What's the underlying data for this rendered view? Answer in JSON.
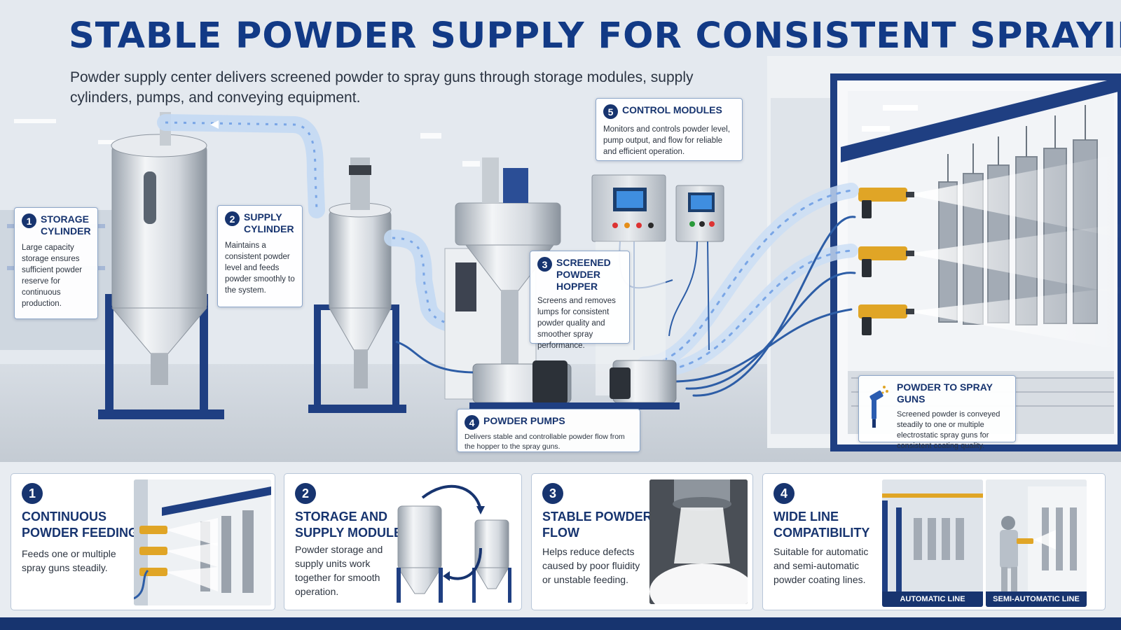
{
  "title": "STABLE POWDER SUPPLY FOR CONSISTENT SPRAYING",
  "subtitle": "Powder supply center delivers screened powder to spray guns through storage modules, supply cylinders, pumps, and conveying equipment.",
  "colors": {
    "brand_blue": "#17346f",
    "title_blue": "#123a86",
    "flow_blue": "#7aa6e6",
    "gun_yellow": "#e0a526"
  },
  "callouts": [
    {
      "number": "1",
      "title": "STORAGE CYLINDER",
      "text": "Large capacity storage ensures sufficient powder reserve for continuous production."
    },
    {
      "number": "2",
      "title": "SUPPLY CYLINDER",
      "text": "Maintains a consistent powder level and feeds powder smoothly to the system."
    },
    {
      "number": "3",
      "title": "SCREENED POWDER HOPPER",
      "text": "Screens and removes lumps for consistent powder quality and smoother spray performance."
    },
    {
      "number": "4",
      "title": "POWDER PUMPS",
      "text": "Delivers stable and controllable powder flow from the hopper to the spray guns."
    },
    {
      "number": "5",
      "title": "CONTROL MODULES",
      "text": "Monitors and controls powder level, pump output, and flow for reliable and efficient operation."
    },
    {
      "icon": "spray-gun-icon",
      "title": "POWDER TO SPRAY GUNS",
      "text": "Screened powder is conveyed steadily to one or multiple electrostatic spray guns for consistent coating quality."
    }
  ],
  "cards": [
    {
      "number": "1",
      "title": "CONTINUOUS POWDER FEEDING",
      "text": "Feeds one or multiple spray guns steadily."
    },
    {
      "number": "2",
      "title": "STORAGE AND SUPPLY MODULES",
      "text": "Powder storage and supply units work together for smooth operation."
    },
    {
      "number": "3",
      "title": "STABLE POWDER FLOW",
      "text": "Helps reduce defects caused by poor fluidity or unstable feeding."
    },
    {
      "number": "4",
      "title": "WIDE LINE COMPATIBILITY",
      "text": "Suitable for automatic and semi-automatic powder coating lines.",
      "image_labels": [
        "AUTOMATIC LINE",
        "SEMI-AUTOMATIC LINE"
      ]
    }
  ]
}
